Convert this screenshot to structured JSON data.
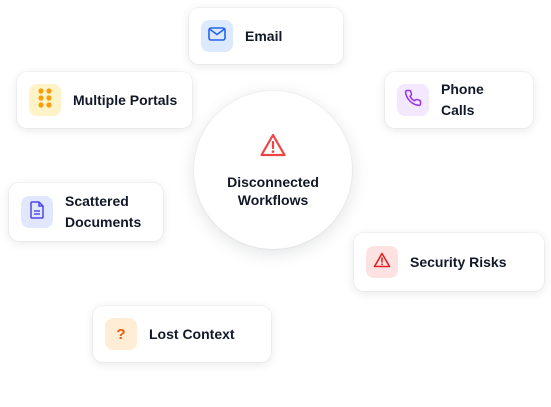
{
  "center": {
    "title": "Disconnected\nWorkflows",
    "icon": "warning-triangle-icon",
    "icon_color": "#ef4444"
  },
  "nodes": [
    {
      "id": "email",
      "label": "Email",
      "icon": "mail-icon",
      "icon_color": "#2563eb",
      "icon_bg": "#dbeafe"
    },
    {
      "id": "multiple-portals",
      "label": "Multiple Portals",
      "icon": "grid-dots-icon",
      "icon_color": "#f59e0b",
      "icon_bg": "#fef3c7"
    },
    {
      "id": "phone-calls",
      "label": "Phone Calls",
      "icon": "phone-icon",
      "icon_color": "#9333ea",
      "icon_bg": "#f3e8ff"
    },
    {
      "id": "scattered-documents",
      "label": "Scattered\nDocuments",
      "icon": "document-icon",
      "icon_color": "#4f46e5",
      "icon_bg": "#e0e7ff"
    },
    {
      "id": "security-risks",
      "label": "Security Risks",
      "icon": "warning-triangle-icon",
      "icon_color": "#dc2626",
      "icon_bg": "#fee2e2"
    },
    {
      "id": "lost-context",
      "label": "Lost Context",
      "icon": "question-mark-icon",
      "icon_glyph": "?",
      "icon_color": "#ea580c",
      "icon_bg": "#ffedd5"
    }
  ]
}
